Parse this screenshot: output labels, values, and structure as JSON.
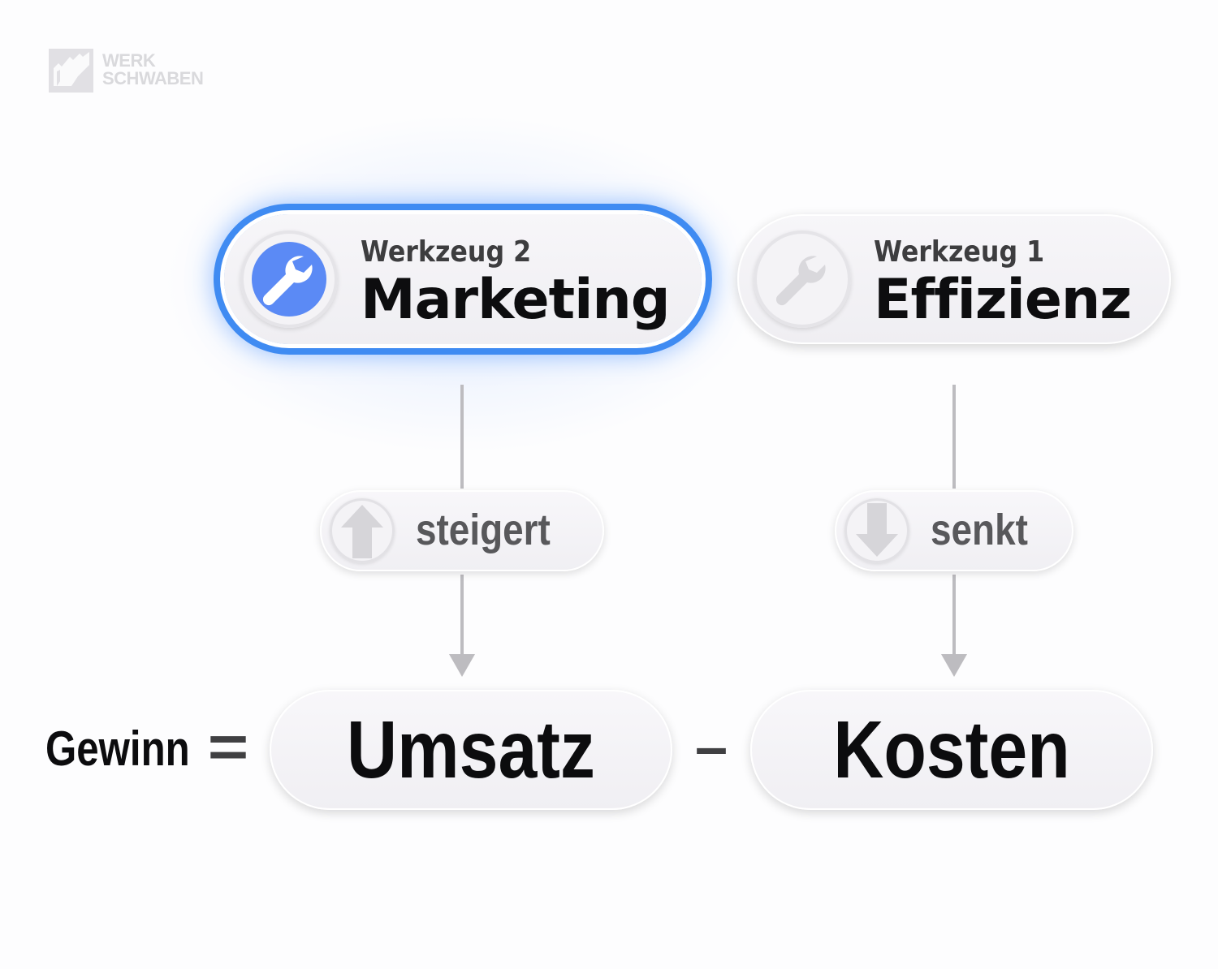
{
  "logo": {
    "line1": "WERK",
    "line2": "SCHWABEN"
  },
  "tools": [
    {
      "subtitle": "Werkzeug 2",
      "title": "Marketing",
      "icon": "wrench-icon",
      "active": true,
      "accent": "#5b8af5"
    },
    {
      "subtitle": "Werkzeug 1",
      "title": "Effizienz",
      "icon": "wrench-icon",
      "active": false,
      "accent": "#d9d8dc"
    }
  ],
  "actions": [
    {
      "label": "steigert",
      "icon": "arrow-up-icon"
    },
    {
      "label": "senkt",
      "icon": "arrow-down-icon"
    }
  ],
  "equation": {
    "lhs": "Gewinn",
    "equals": "=",
    "term1": "Umsatz",
    "minus": "–",
    "term2": "Kosten"
  },
  "colors": {
    "highlight": "#3f8bf2",
    "connector": "#bdbcc0",
    "text": "#0c0c0e"
  }
}
